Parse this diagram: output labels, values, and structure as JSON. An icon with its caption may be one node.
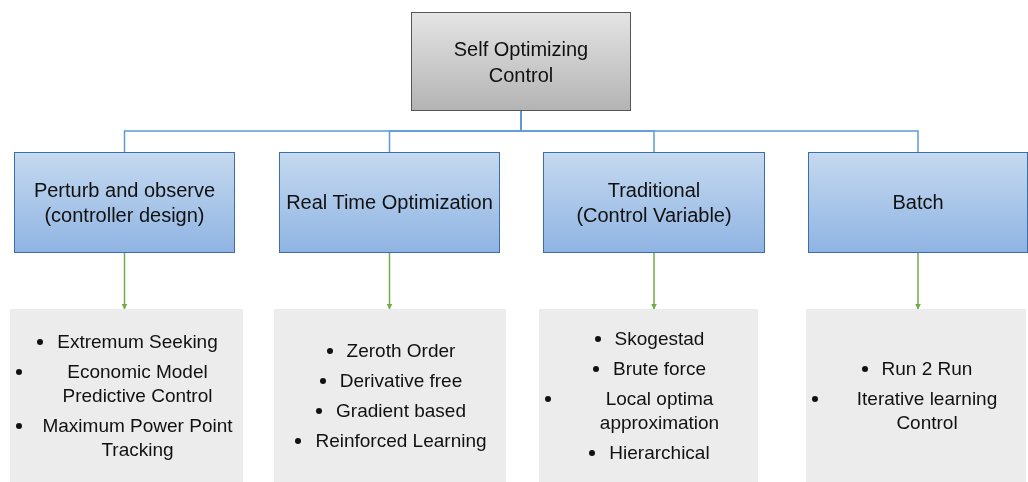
{
  "diagram": {
    "nodes": [
      {
        "text": [
          "Self Optimizing Control"
        ]
      },
      {
        "text": [
          "Perturb and observe (controller design)"
        ]
      },
      {
        "text": [
          "Real Time Optimization"
        ]
      },
      {
        "text": [
          "Traditional (Control Variable)"
        ]
      },
      {
        "text": [
          "Batch"
        ]
      },
      {
        "text": [
          "Extremum Seeking",
          "Economic Model Predictive Control",
          "Maximum Power Point Tracking"
        ]
      },
      {
        "text": [
          "Zeroth Order",
          "Derivative free",
          "Gradient based",
          "Reinforced Learning"
        ]
      },
      {
        "text": [
          "Skogestad",
          "Brute force",
          "Local optima approximation",
          "Hierarchical"
        ]
      },
      {
        "text": [
          "Run 2 Run",
          "Iterative learning Control"
        ]
      }
    ],
    "edges": [
      {
        "from": 0,
        "to": 1,
        "arrow": "none"
      },
      {
        "from": 0,
        "to": 2,
        "arrow": "none"
      },
      {
        "from": 0,
        "to": 3,
        "arrow": "none"
      },
      {
        "from": 0,
        "to": 4,
        "arrow": "none"
      },
      {
        "from": 1,
        "to": 5,
        "arrow": "to",
        "color": "#70ad47"
      },
      {
        "from": 2,
        "to": 6,
        "arrow": "to",
        "color": "#70ad47"
      },
      {
        "from": 3,
        "to": 7,
        "arrow": "to",
        "color": "#70ad47"
      },
      {
        "from": 4,
        "to": 8,
        "arrow": "to",
        "color": "#70ad47"
      }
    ]
  }
}
